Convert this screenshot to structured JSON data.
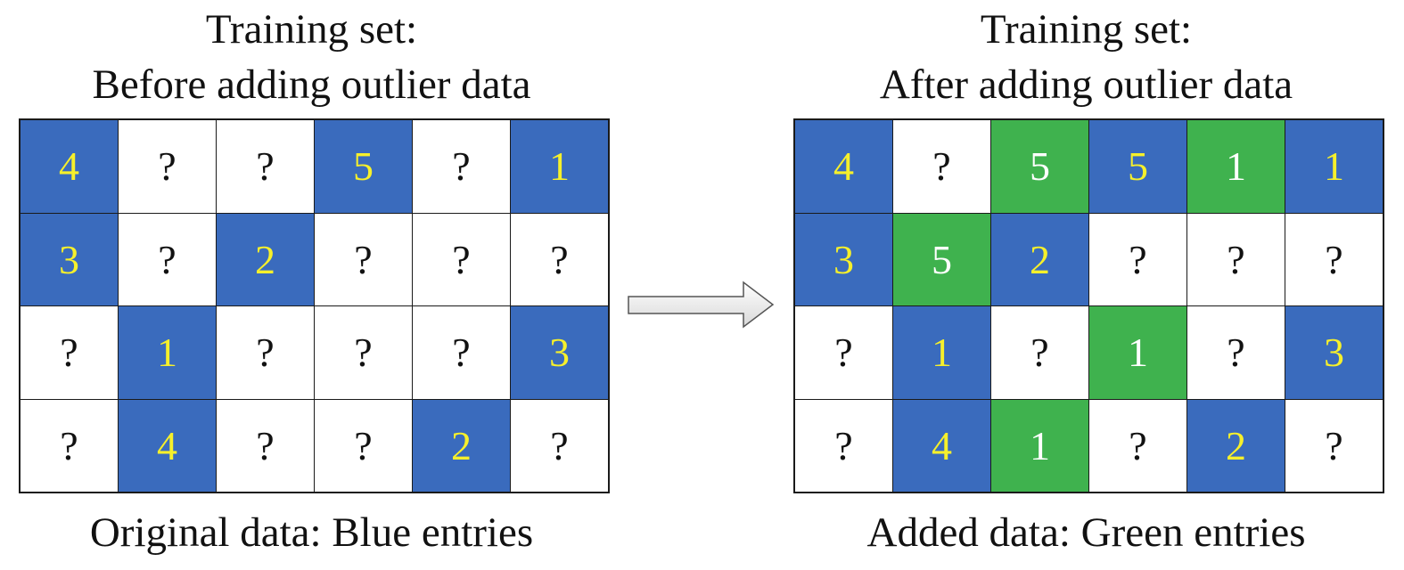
{
  "left": {
    "title_line1": "Training set:",
    "title_line2": "Before adding outlier data",
    "caption": "Original data: Blue entries",
    "grid": [
      [
        {
          "v": "4",
          "c": "blue"
        },
        {
          "v": "?",
          "c": "white"
        },
        {
          "v": "?",
          "c": "white"
        },
        {
          "v": "5",
          "c": "blue"
        },
        {
          "v": "?",
          "c": "white"
        },
        {
          "v": "1",
          "c": "blue"
        }
      ],
      [
        {
          "v": "3",
          "c": "blue"
        },
        {
          "v": "?",
          "c": "white"
        },
        {
          "v": "2",
          "c": "blue"
        },
        {
          "v": "?",
          "c": "white"
        },
        {
          "v": "?",
          "c": "white"
        },
        {
          "v": "?",
          "c": "white"
        }
      ],
      [
        {
          "v": "?",
          "c": "white"
        },
        {
          "v": "1",
          "c": "blue"
        },
        {
          "v": "?",
          "c": "white"
        },
        {
          "v": "?",
          "c": "white"
        },
        {
          "v": "?",
          "c": "white"
        },
        {
          "v": "3",
          "c": "blue"
        }
      ],
      [
        {
          "v": "?",
          "c": "white"
        },
        {
          "v": "4",
          "c": "blue"
        },
        {
          "v": "?",
          "c": "white"
        },
        {
          "v": "?",
          "c": "white"
        },
        {
          "v": "2",
          "c": "blue"
        },
        {
          "v": "?",
          "c": "white"
        }
      ]
    ]
  },
  "right": {
    "title_line1": "Training set:",
    "title_line2": "After adding outlier data",
    "caption": "Added data: Green entries",
    "grid": [
      [
        {
          "v": "4",
          "c": "blue"
        },
        {
          "v": "?",
          "c": "white"
        },
        {
          "v": "5",
          "c": "green"
        },
        {
          "v": "5",
          "c": "blue"
        },
        {
          "v": "1",
          "c": "green"
        },
        {
          "v": "1",
          "c": "blue"
        }
      ],
      [
        {
          "v": "3",
          "c": "blue"
        },
        {
          "v": "5",
          "c": "green"
        },
        {
          "v": "2",
          "c": "blue"
        },
        {
          "v": "?",
          "c": "white"
        },
        {
          "v": "?",
          "c": "white"
        },
        {
          "v": "?",
          "c": "white"
        }
      ],
      [
        {
          "v": "?",
          "c": "white"
        },
        {
          "v": "1",
          "c": "blue"
        },
        {
          "v": "?",
          "c": "white"
        },
        {
          "v": "1",
          "c": "green"
        },
        {
          "v": "?",
          "c": "white"
        },
        {
          "v": "3",
          "c": "blue"
        }
      ],
      [
        {
          "v": "?",
          "c": "white"
        },
        {
          "v": "4",
          "c": "blue"
        },
        {
          "v": "1",
          "c": "green"
        },
        {
          "v": "?",
          "c": "white"
        },
        {
          "v": "2",
          "c": "blue"
        },
        {
          "v": "?",
          "c": "white"
        }
      ]
    ]
  },
  "colors": {
    "blue": "#3a6bbd",
    "green": "#3fb24e",
    "yellow_text": "#f6f02b"
  },
  "arrow_icon": "right-arrow-icon"
}
